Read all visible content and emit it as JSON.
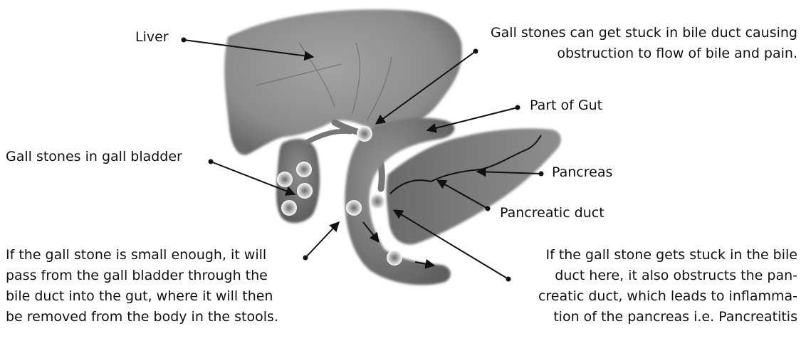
{
  "labels": {
    "liver": "Liver",
    "gall_stones_bile_duct": [
      "Gall stones can get stuck in bile duct causing",
      "obstruction to flow of bile and pain."
    ],
    "part_of_gut": "Part of Gut",
    "gall_stones_gall_bladder": "Gall stones in gall bladder",
    "pancreas": "Pancreas",
    "pancreatic_duct": "Pancreatic duct",
    "small_stone": [
      "If the gall stone is small enough, it will",
      "pass from the gall bladder through the",
      "bile duct into the gut, where it will then",
      "be removed from the body in the stools."
    ],
    "stuck_stone": [
      "If the gall stone gets stuck in the bile",
      "duct here, it also obstructs the pan-",
      "creatic duct, which leads to inflamma-",
      "tion of the pancreas i.e. Pancreatitis"
    ]
  },
  "colors": {
    "organ_dark": "#6e6e6e",
    "organ_mid": "#8a8a8a",
    "organ_light": "#a8a8a8",
    "stone_center": "#7a7a7a",
    "stone_rim": "#ffffff",
    "pointer": "#111111"
  }
}
